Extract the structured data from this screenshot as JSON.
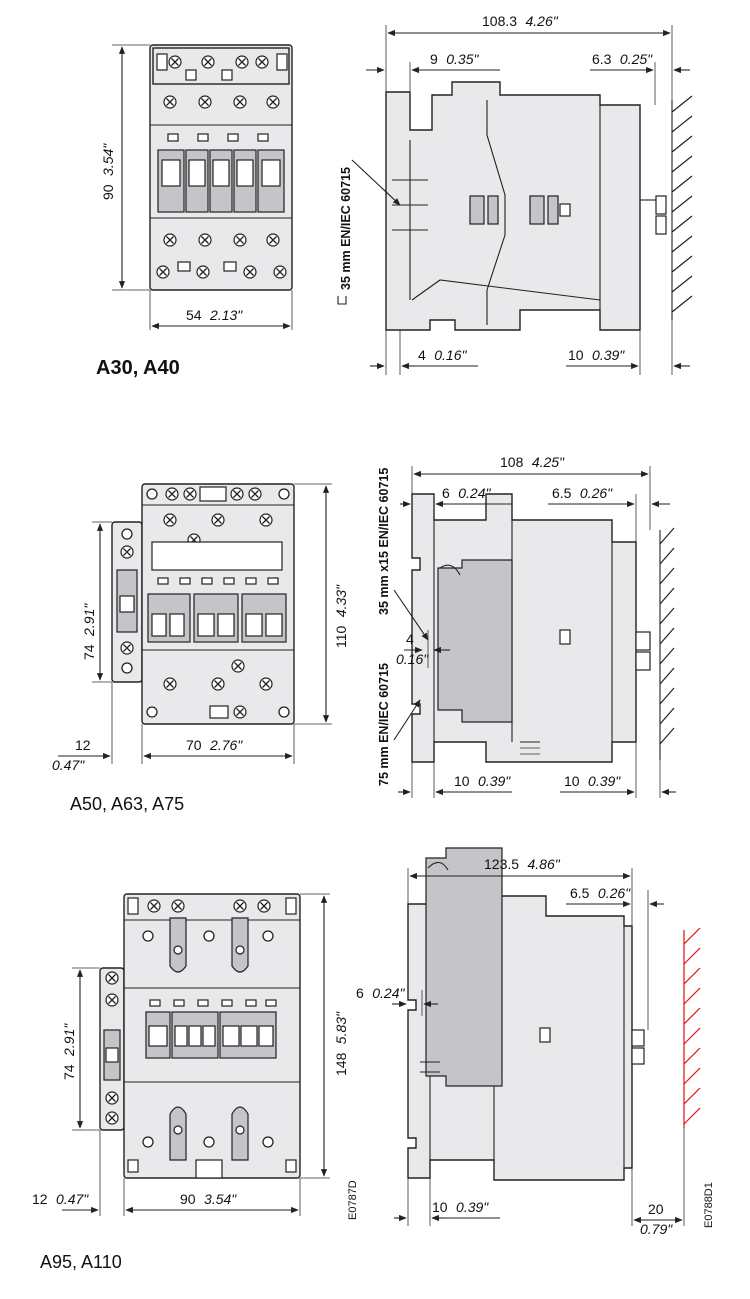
{
  "models": {
    "a30": "A30, A40",
    "a50": "A50, A63, A75",
    "a95": "A95, A110"
  },
  "a30": {
    "width_mm": "54",
    "width_in": "2.13\"",
    "height_mm": "90",
    "height_in": "3.54\"",
    "depth_mm": "108.3",
    "depth_in": "4.26\"",
    "top_left_mm": "9",
    "top_left_in": "0.35\"",
    "top_right_mm": "6.3",
    "top_right_in": "0.25\"",
    "bottom_left_mm": "4",
    "bottom_left_in": "0.16\"",
    "bottom_right_mm": "10",
    "bottom_right_in": "0.39\"",
    "rail_label": "35 mm EN/IEC 60715"
  },
  "a50": {
    "width_mm": "70",
    "width_in": "2.76\"",
    "height_mm": "110",
    "height_in": "4.33\"",
    "aux_height_mm": "74",
    "aux_height_in": "2.91\"",
    "aux_width_mm": "12",
    "aux_width_in": "0.47\"",
    "depth_mm": "108",
    "depth_in": "4.25\"",
    "top_left_mm": "6",
    "top_left_in": "0.24\"",
    "top_right_mm": "6.5",
    "top_right_in": "0.26\"",
    "mid_mm": "4",
    "mid_in": "0.16\"",
    "bottom_left_mm": "10",
    "bottom_left_in": "0.39\"",
    "bottom_right_mm": "10",
    "bottom_right_in": "0.39\"",
    "rail_label_1": "35 mm x15 EN/IEC 60715",
    "rail_label_2": "75 mm EN/IEC 60715"
  },
  "a95": {
    "width_mm": "90",
    "width_in": "3.54\"",
    "height_mm": "148",
    "height_in": "5.83\"",
    "aux_height_mm": "74",
    "aux_height_in": "2.91\"",
    "aux_width_mm": "12",
    "aux_width_in": "0.47\"",
    "depth_mm": "123.5",
    "depth_in": "4.86\"",
    "top_right_mm": "6.5",
    "top_right_in": "0.26\"",
    "side_mm": "6",
    "side_in": "0.24\"",
    "bottom_left_mm": "10",
    "bottom_left_in": "0.39\"",
    "bottom_right_mm": "20",
    "bottom_right_in": "0.79\""
  },
  "codes": {
    "left": "E0787D",
    "right": "E0788D1"
  },
  "colors": {
    "body": "#e9e9ec",
    "dark": "#c4c4c9",
    "accent_hatch": "#dd1111"
  }
}
